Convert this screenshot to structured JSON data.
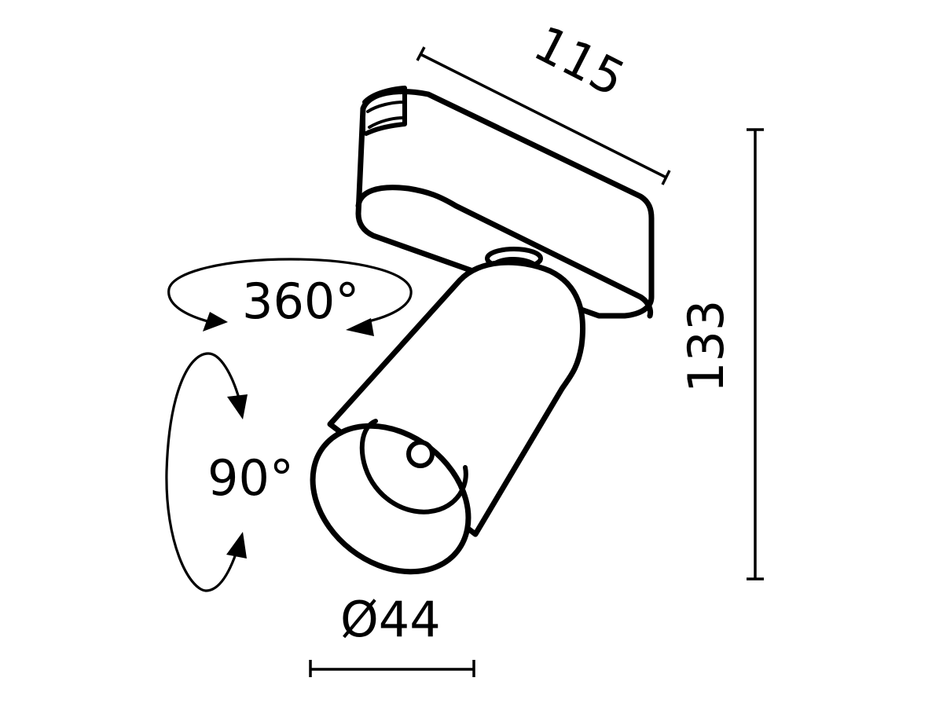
{
  "diagram": {
    "type": "technical-dimension-drawing",
    "subject": "track spotlight (cylindrical head on track adapter)",
    "colors": {
      "line": "#000000",
      "background": "#ffffff"
    },
    "dimensions": {
      "length": {
        "label": "115",
        "orientation": "diagonal",
        "refers_to": "track adapter length"
      },
      "height": {
        "label": "133",
        "orientation": "vertical",
        "refers_to": "overall height"
      },
      "diameter": {
        "label": "Ø44",
        "orientation": "horizontal",
        "refers_to": "lamp head diameter"
      }
    },
    "rotations": {
      "horizontal": {
        "label": "360°",
        "arrows": 2
      },
      "vertical": {
        "label": "90°",
        "arrows": 2
      }
    }
  }
}
